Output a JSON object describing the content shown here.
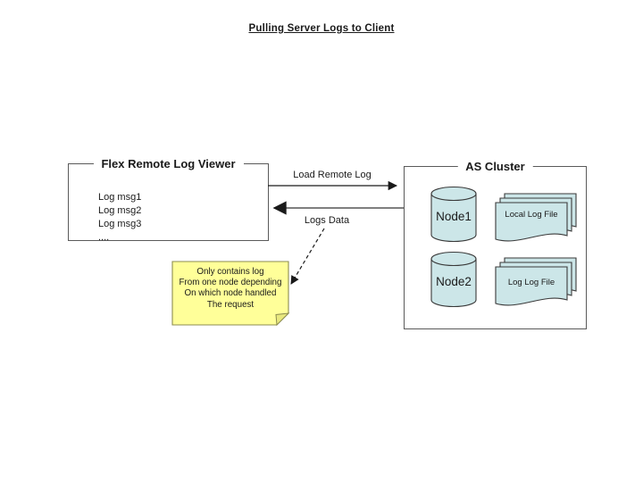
{
  "title": "Pulling Server Logs to Client",
  "flex_viewer": {
    "title": "Flex Remote Log Viewer",
    "log_lines": [
      "Log msg1",
      "Log msg2",
      "Log msg3",
      "...."
    ]
  },
  "arrows": {
    "load_label": "Load Remote Log",
    "logs_label": "Logs Data"
  },
  "as_cluster": {
    "title": "AS Cluster",
    "node1_label": "Node1",
    "node2_label": "Node2",
    "local_log_file_label": "Local Log File",
    "log_log_file_label": "Log Log File"
  },
  "note": {
    "lines": [
      "Only contains log",
      "From one node depending",
      "On which node handled",
      "The request"
    ]
  },
  "colors": {
    "shape_fill": "#cce6e8",
    "shape_stroke": "#3a3a3a",
    "note_fill": "#ffff99",
    "note_fold_fill": "#ededl85",
    "note_border": "#8c8c50",
    "arrow_black": "#1a1a1a",
    "arrow_gray": "#7f7f7f"
  }
}
